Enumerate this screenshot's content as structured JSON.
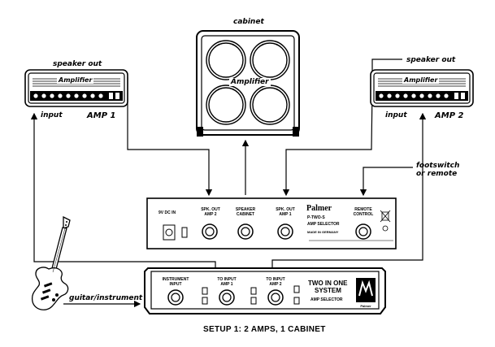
{
  "labels": {
    "cabinet": "cabinet",
    "speaker_out_left": "speaker out",
    "speaker_out_right": "speaker out",
    "input_left": "input",
    "input_right": "input",
    "amp1": "AMP 1",
    "amp2": "AMP 2",
    "footswitch": "footswitch",
    "or_remote": "or remote",
    "guitar": "guitar/instrument",
    "caption": "SETUP 1: 2 AMPS, 1 CABINET"
  },
  "amp": {
    "logo": "Amplifier"
  },
  "cabinet": {
    "logo": "Amplifier"
  },
  "ptwo": {
    "dc_label": "9V DC IN",
    "spk_out_2": "SPK. OUT\nAMP 2",
    "speaker_cabinet": "SPEAKER\nCABINET",
    "spk_out_1": "SPK. OUT\nAMP 1",
    "brand": "Palmer",
    "model": "P-TWO-S",
    "subtitle": "AMP SELECTOR",
    "made_in": "MADE IN GERMANY",
    "remote": "REMOTE\nCONTROL"
  },
  "selector": {
    "instrument_input": "INSTRUMENT\nINPUT",
    "to_input_1": "TO INPUT\nAMP 1",
    "to_input_2": "TO INPUT\nAMP 2",
    "title_line1": "TWO IN ONE",
    "title_line2": "SYSTEM",
    "subtitle": "AMP SELECTOR",
    "logo_text": "Palmer"
  }
}
